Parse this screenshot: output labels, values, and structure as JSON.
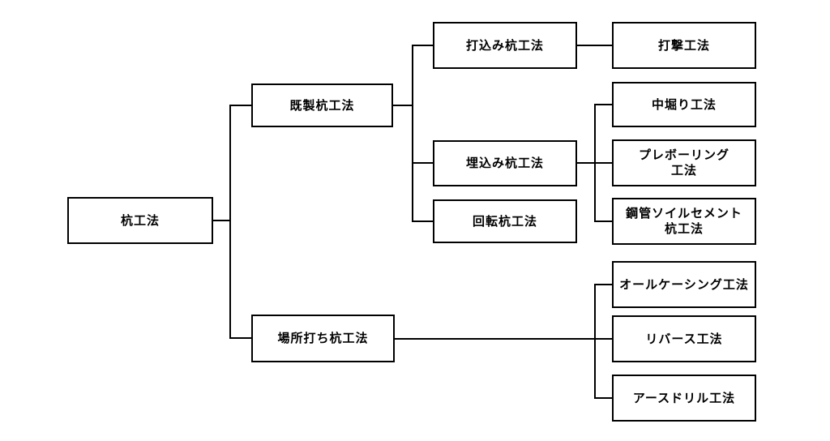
{
  "diagram": {
    "type": "tree",
    "orientation": "left-to-right",
    "colors": {
      "background": "#ffffff",
      "box_fill": "#ffffff",
      "box_border": "#000000",
      "line": "#000000",
      "text": "#000000"
    },
    "root": {
      "label": "杭工法",
      "children": [
        {
          "label": "既製杭工法",
          "children": [
            {
              "label": "打込み杭工法",
              "children": [
                {
                  "label": "打撃工法"
                }
              ]
            },
            {
              "label": "埋込み杭工法",
              "children": [
                {
                  "label": "中堀り工法"
                },
                {
                  "label": "プレボーリング工法",
                  "lines": [
                    "プレボーリング",
                    "工法"
                  ]
                },
                {
                  "label": "鋼管ソイルセメント杭工法",
                  "lines": [
                    "鋼管ソイルセメント",
                    "杭工法"
                  ]
                }
              ]
            },
            {
              "label": "回転杭工法"
            }
          ]
        },
        {
          "label": "場所打ち杭工法",
          "children": [
            {
              "label": "オールケーシング工法"
            },
            {
              "label": "リバース工法"
            },
            {
              "label": "アースドリル工法"
            }
          ]
        }
      ]
    }
  }
}
